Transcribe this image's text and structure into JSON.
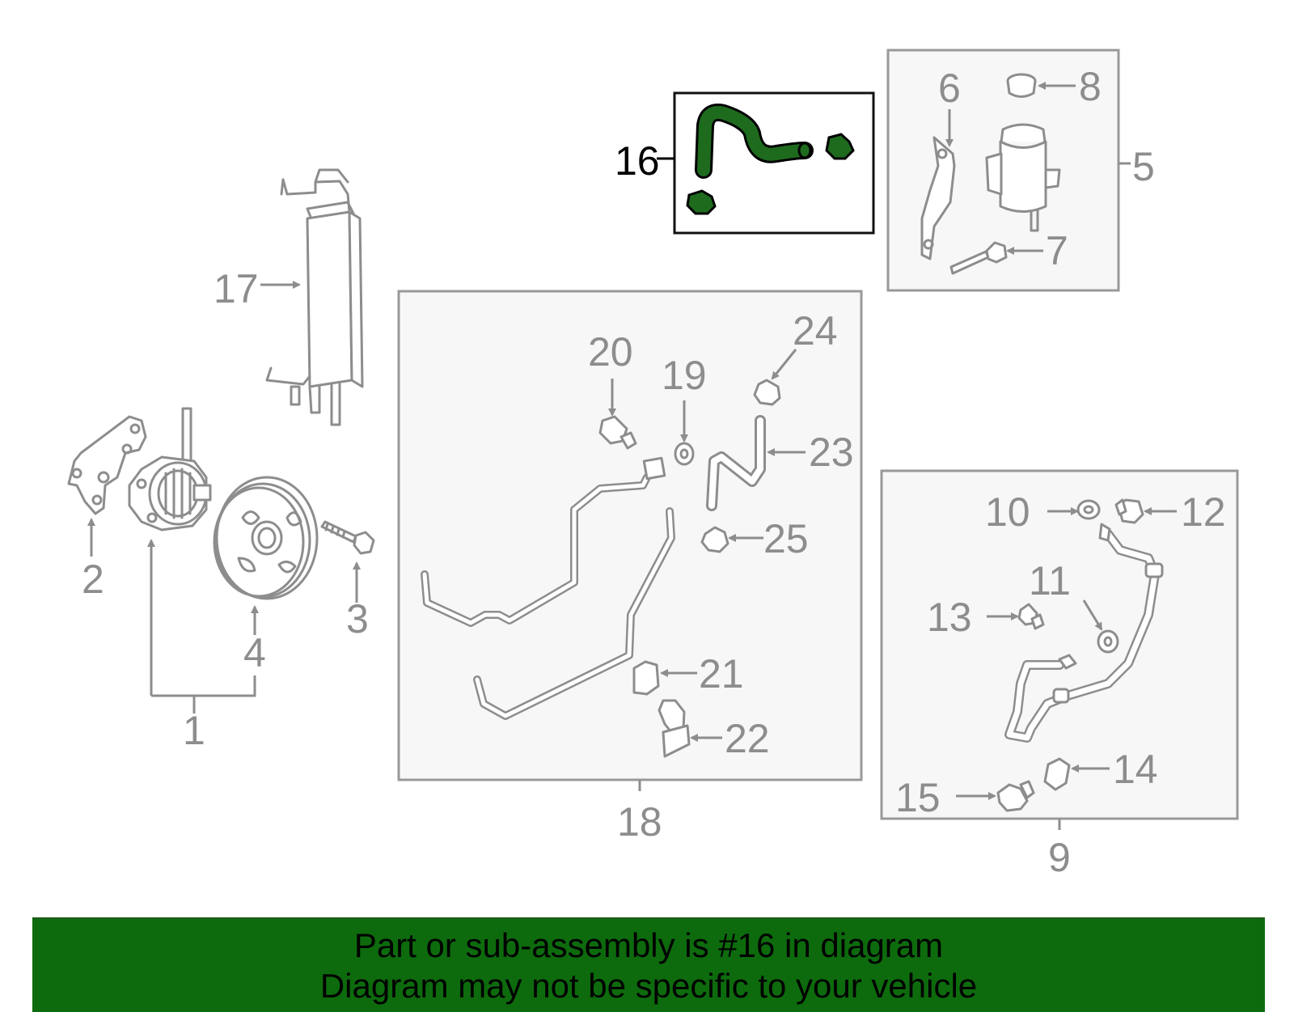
{
  "callouts": {
    "c1": "1",
    "c2": "2",
    "c3": "3",
    "c4": "4",
    "c5": "5",
    "c6": "6",
    "c7": "7",
    "c8": "8",
    "c9": "9",
    "c10": "10",
    "c11": "11",
    "c12": "12",
    "c13": "13",
    "c14": "14",
    "c15": "15",
    "c16": "16",
    "c17": "17",
    "c18": "18",
    "c19": "19",
    "c20": "20",
    "c21": "21",
    "c22": "22",
    "c23": "23",
    "c24": "24",
    "c25": "25"
  },
  "highlighted_part": "16",
  "colors": {
    "highlight": "#1e6b1e",
    "banner": "#0d6b0d",
    "part_gray": "#8d8d8d"
  },
  "banner": {
    "line1": "Part or sub-assembly is #16 in diagram",
    "line2": "Diagram may not be specific to your vehicle"
  }
}
